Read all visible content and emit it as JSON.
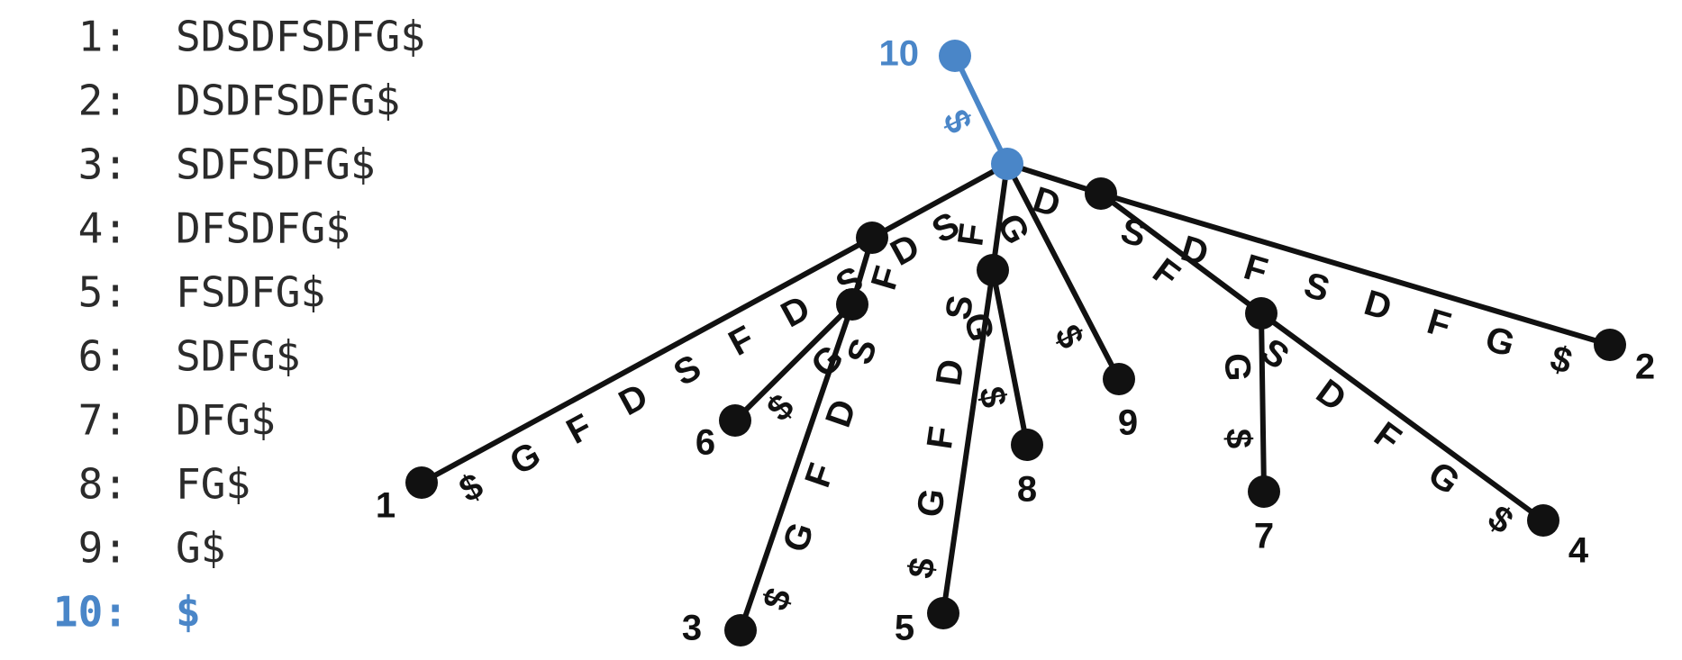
{
  "colors": {
    "highlight": "#4a86c8",
    "default": "#111111",
    "text": "#2b2b2b"
  },
  "suffixes": [
    {
      "index": "1:",
      "text": "SDSDFSDFG$"
    },
    {
      "index": "2:",
      "text": "DSDFSDFG$"
    },
    {
      "index": "3:",
      "text": "SDFSDFG$"
    },
    {
      "index": "4:",
      "text": "DFSDFG$"
    },
    {
      "index": "5:",
      "text": "FSDFG$"
    },
    {
      "index": "6:",
      "text": "SDFG$"
    },
    {
      "index": "7:",
      "text": "DFG$"
    },
    {
      "index": "8:",
      "text": "FG$"
    },
    {
      "index": "9:",
      "text": "G$"
    },
    {
      "index": "10:",
      "text": "$",
      "highlight": true
    }
  ],
  "tree": {
    "nodes": [
      {
        "id": "root",
        "kind": "internal",
        "highlight": true
      },
      {
        "id": "n10",
        "kind": "leaf",
        "label": "10",
        "highlight": true
      },
      {
        "id": "nS",
        "kind": "internal"
      },
      {
        "id": "nSDF",
        "kind": "internal"
      },
      {
        "id": "nF",
        "kind": "internal"
      },
      {
        "id": "nD",
        "kind": "internal"
      },
      {
        "id": "nDF",
        "kind": "internal"
      },
      {
        "id": "n1",
        "kind": "leaf",
        "label": "1"
      },
      {
        "id": "n2",
        "kind": "leaf",
        "label": "2"
      },
      {
        "id": "n3",
        "kind": "leaf",
        "label": "3"
      },
      {
        "id": "n4",
        "kind": "leaf",
        "label": "4"
      },
      {
        "id": "n5",
        "kind": "leaf",
        "label": "5"
      },
      {
        "id": "n6",
        "kind": "leaf",
        "label": "6"
      },
      {
        "id": "n7",
        "kind": "leaf",
        "label": "7"
      },
      {
        "id": "n8",
        "kind": "leaf",
        "label": "8"
      },
      {
        "id": "n9",
        "kind": "leaf",
        "label": "9"
      }
    ],
    "edges": [
      {
        "from": "n10",
        "to": "root",
        "label": "$",
        "highlight": true
      },
      {
        "from": "root",
        "to": "nS",
        "label": "SD"
      },
      {
        "from": "nS",
        "to": "n1",
        "label": "SDFSDFG$"
      },
      {
        "from": "nS",
        "to": "nSDF",
        "label": "F"
      },
      {
        "from": "nSDF",
        "to": "n6",
        "label": "G$"
      },
      {
        "from": "nSDF",
        "to": "n3",
        "label": "SDFG$"
      },
      {
        "from": "root",
        "to": "nF",
        "label": "F"
      },
      {
        "from": "nF",
        "to": "n5",
        "label": "SDFG$"
      },
      {
        "from": "nF",
        "to": "n8",
        "label": "G$"
      },
      {
        "from": "root",
        "to": "n9",
        "label": "G$"
      },
      {
        "from": "root",
        "to": "nD",
        "label": "D"
      },
      {
        "from": "nD",
        "to": "n2",
        "label": "SDFSDFG$"
      },
      {
        "from": "nD",
        "to": "nDF",
        "label": "F"
      },
      {
        "from": "nDF",
        "to": "n7",
        "label": "G$"
      },
      {
        "from": "nDF",
        "to": "n4",
        "label": "SDFG$"
      }
    ]
  }
}
